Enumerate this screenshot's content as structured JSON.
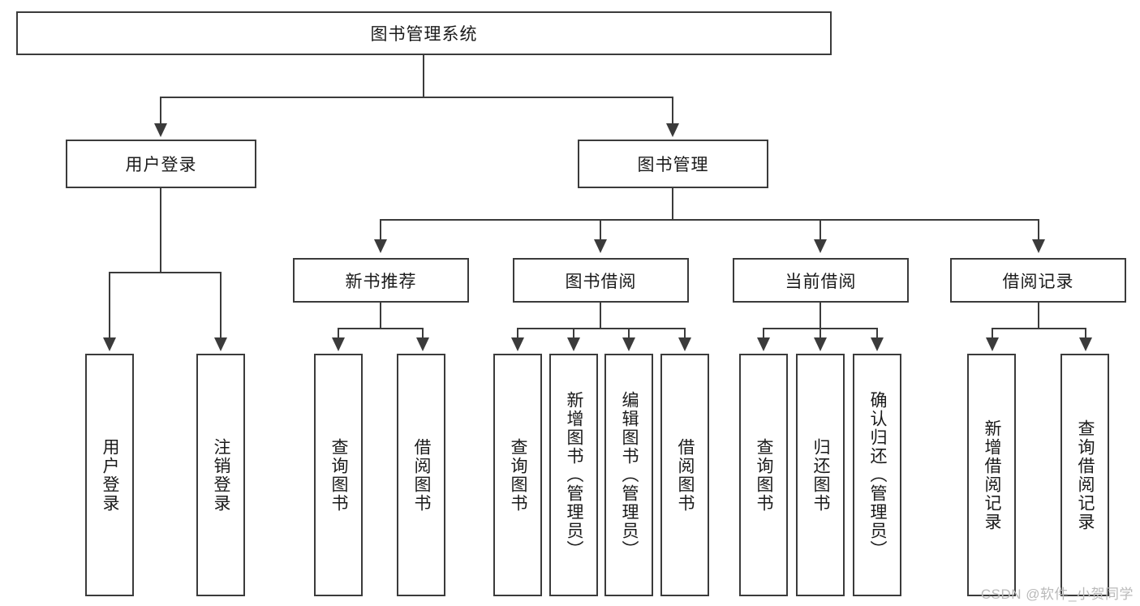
{
  "diagram": {
    "title": "图书管理系统",
    "root": {
      "label": "图书管理系统"
    },
    "level2": [
      {
        "label": "用户登录"
      },
      {
        "label": "图书管理"
      }
    ],
    "level3": [
      {
        "label": "新书推荐"
      },
      {
        "label": "图书借阅"
      },
      {
        "label": "当前借阅"
      },
      {
        "label": "借阅记录"
      }
    ],
    "leaves": {
      "user_login": [
        {
          "label": "用户登录"
        },
        {
          "label": "注销登录"
        }
      ],
      "new_book_recommend": [
        {
          "label": "查询图书"
        },
        {
          "label": "借阅图书"
        }
      ],
      "book_borrow": [
        {
          "label": "查询图书"
        },
        {
          "label": "新增图书（管理员）"
        },
        {
          "label": "编辑图书（管理员）"
        },
        {
          "label": "借阅图书"
        }
      ],
      "current_borrow": [
        {
          "label": "查询图书"
        },
        {
          "label": "归还图书"
        },
        {
          "label": "确认归还（管理员）"
        }
      ],
      "borrow_record": [
        {
          "label": "新增借阅记录"
        },
        {
          "label": "查询借阅记录"
        }
      ]
    }
  },
  "watermark": {
    "text": "CSDN @软件_小贺同学"
  },
  "colors": {
    "border": "#3b3b3b",
    "background": "#ffffff",
    "text": "#1a1a1a",
    "watermark": "#b9b9b9"
  }
}
